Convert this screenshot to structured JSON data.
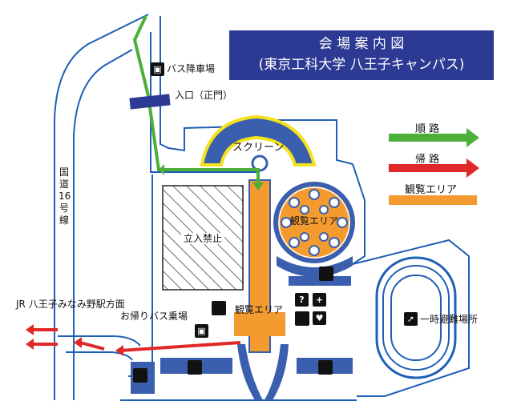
{
  "title": {
    "line1": "会 場 案 内 図",
    "line2": "(東京工科大学 八王子キャンパス)"
  },
  "legend": [
    {
      "label": "順 路",
      "color": "#4caf3a"
    },
    {
      "label": "帰 路",
      "color": "#e02828"
    },
    {
      "label": "観覧エリア",
      "color": "#f39b2f"
    }
  ],
  "labels": {
    "bus_stop": "バス降車場",
    "entrance": "入口（正門）",
    "screen": "スクリーン",
    "national_road": "国道16号線",
    "restricted": "立入禁止",
    "viewing_area_upper": "観覧エリア",
    "viewing_area_lower": "観覧エリア",
    "jr_direction": "JR 八王子みなみ野駅方面",
    "return_bus": "お帰りバス乗場",
    "evacuation": "一時避難場所"
  },
  "icons": {
    "bus": "bus-icon",
    "toilet": "toilet-icon",
    "info": "question-icon",
    "first_aid": "first-aid-icon",
    "aed": "aed-icon",
    "evacuation": "running-person-icon"
  },
  "colors": {
    "road": "#1f5fb5",
    "building": "#3a5fae",
    "screen_yellow": "#f2e21b",
    "title_bg": "#2d3a93"
  }
}
